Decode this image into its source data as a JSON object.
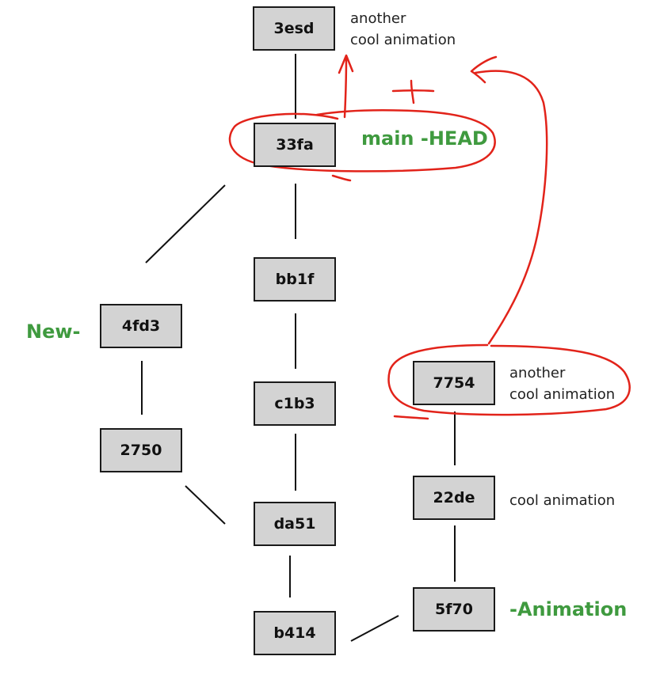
{
  "colors": {
    "label": "#3f9a3f",
    "annotation": "#e2231a",
    "node_fill": "#d3d3d3"
  },
  "commits": {
    "c3esd": "3esd",
    "c33fa": "33fa",
    "cbb1f": "bb1f",
    "c4fd3": "4fd3",
    "cc1b3": "c1b3",
    "c2750": "2750",
    "cda51": "da51",
    "cb414": "b414",
    "c7754": "7754",
    "c22de": "22de",
    "c5f70": "5f70"
  },
  "notes": {
    "n3esd": [
      "another",
      "cool animation"
    ],
    "n7754": [
      "another",
      "cool animation"
    ],
    "n22de": "cool animation"
  },
  "branch_labels": {
    "main": "main -HEAD",
    "new": "New-",
    "animation": "-Animation"
  }
}
